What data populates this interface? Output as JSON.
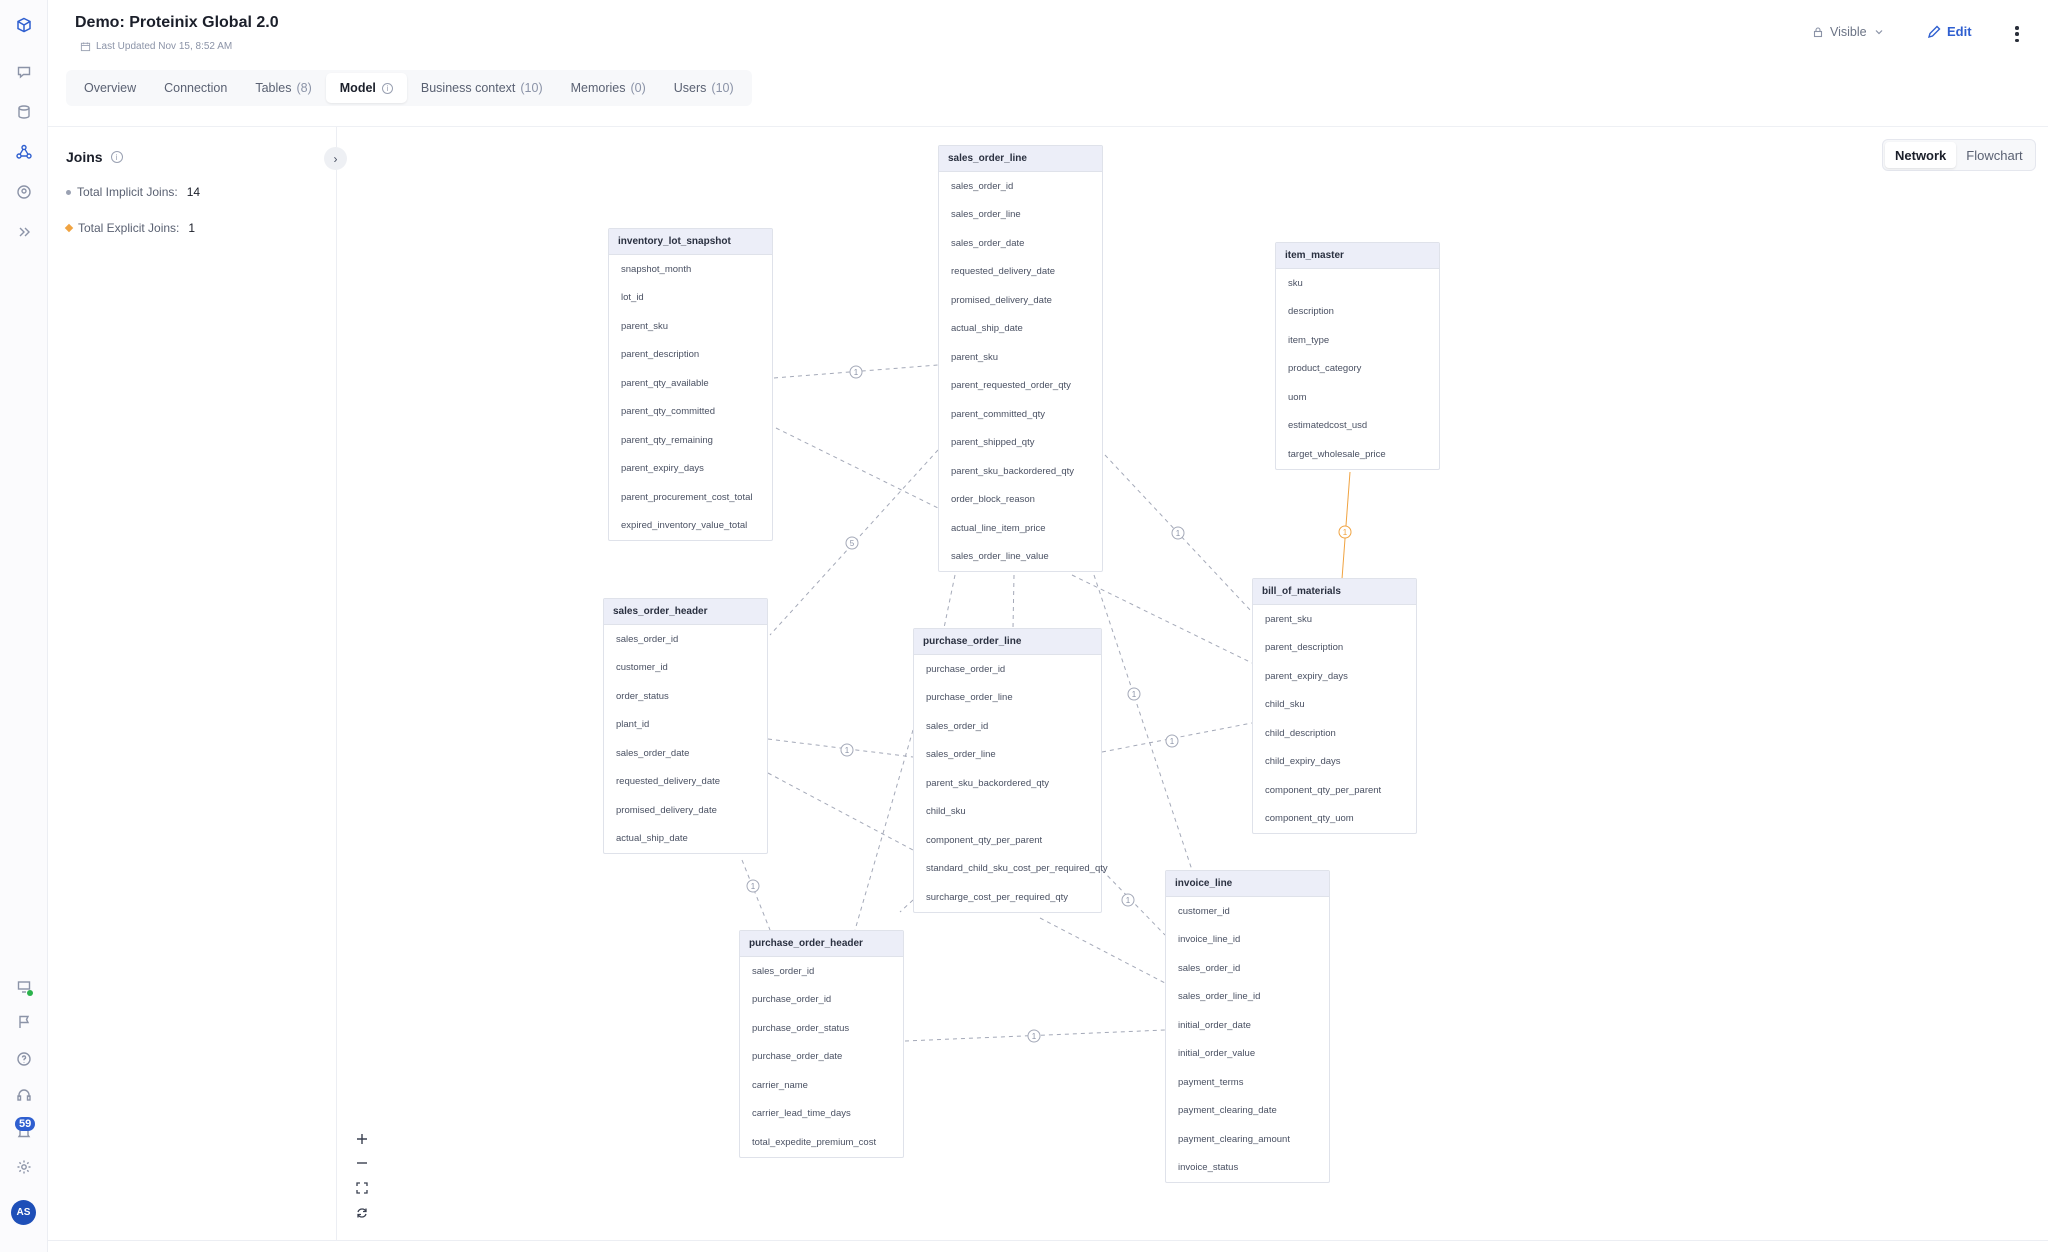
{
  "header": {
    "title": "Demo: Proteinix Global 2.0",
    "last_updated": "Last Updated Nov 15, 8:52 AM",
    "visibility": "Visible",
    "edit_label": "Edit"
  },
  "tabs": [
    {
      "label": "Overview",
      "count": ""
    },
    {
      "label": "Connection",
      "count": ""
    },
    {
      "label": "Tables",
      "count": "(8)"
    },
    {
      "label": "Model",
      "count": ""
    },
    {
      "label": "Business context",
      "count": "(10)"
    },
    {
      "label": "Memories",
      "count": "(0)"
    },
    {
      "label": "Users",
      "count": "(10)"
    }
  ],
  "joins": {
    "title": "Joins",
    "implicit_label": "Total Implicit Joins:",
    "implicit_value": "14",
    "explicit_label": "Total Explicit Joins:",
    "explicit_value": "1"
  },
  "view_toggle": {
    "network": "Network",
    "flowchart": "Flowchart"
  },
  "rail": {
    "badge_count": "59",
    "avatar_initials": "AS"
  },
  "colors": {
    "accent": "#2f5fd0",
    "explicit_join": "#f0a341",
    "implicit_join": "#a4a9b8"
  },
  "tables": [
    {
      "id": "sales_order_line",
      "name": "sales_order_line",
      "columns": [
        "sales_order_id",
        "sales_order_line",
        "sales_order_date",
        "requested_delivery_date",
        "promised_delivery_date",
        "actual_ship_date",
        "parent_sku",
        "parent_requested_order_qty",
        "parent_committed_qty",
        "parent_shipped_qty",
        "parent_sku_backordered_qty",
        "order_block_reason",
        "actual_line_item_price",
        "sales_order_line_value"
      ]
    },
    {
      "id": "inventory_lot_snapshot",
      "name": "inventory_lot_snapshot",
      "columns": [
        "snapshot_month",
        "lot_id",
        "parent_sku",
        "parent_description",
        "parent_qty_available",
        "parent_qty_committed",
        "parent_qty_remaining",
        "parent_expiry_days",
        "parent_procurement_cost_total",
        "expired_inventory_value_total"
      ]
    },
    {
      "id": "item_master",
      "name": "item_master",
      "columns": [
        "sku",
        "description",
        "item_type",
        "product_category",
        "uom",
        "estimatedcost_usd",
        "target_wholesale_price"
      ]
    },
    {
      "id": "bill_of_materials",
      "name": "bill_of_materials",
      "columns": [
        "parent_sku",
        "parent_description",
        "parent_expiry_days",
        "child_sku",
        "child_description",
        "child_expiry_days",
        "component_qty_per_parent",
        "component_qty_uom"
      ]
    },
    {
      "id": "sales_order_header",
      "name": "sales_order_header",
      "columns": [
        "sales_order_id",
        "customer_id",
        "order_status",
        "plant_id",
        "sales_order_date",
        "requested_delivery_date",
        "promised_delivery_date",
        "actual_ship_date"
      ]
    },
    {
      "id": "purchase_order_line",
      "name": "purchase_order_line",
      "columns": [
        "purchase_order_id",
        "purchase_order_line",
        "sales_order_id",
        "sales_order_line",
        "parent_sku_backordered_qty",
        "child_sku",
        "component_qty_per_parent",
        "standard_child_sku_cost_per_required_qty",
        "surcharge_cost_per_required_qty"
      ]
    },
    {
      "id": "purchase_order_header",
      "name": "purchase_order_header",
      "columns": [
        "sales_order_id",
        "purchase_order_id",
        "purchase_order_status",
        "purchase_order_date",
        "carrier_name",
        "carrier_lead_time_days",
        "total_expedite_premium_cost"
      ]
    },
    {
      "id": "invoice_line",
      "name": "invoice_line",
      "columns": [
        "customer_id",
        "invoice_line_id",
        "sales_order_id",
        "sales_order_line_id",
        "initial_order_date",
        "initial_order_value",
        "payment_terms",
        "payment_clearing_date",
        "payment_clearing_amount",
        "invoice_status"
      ]
    }
  ],
  "edge_labels": [
    "1",
    "5",
    "1",
    "1",
    "1",
    "1",
    "1",
    "1",
    "1",
    "1"
  ]
}
